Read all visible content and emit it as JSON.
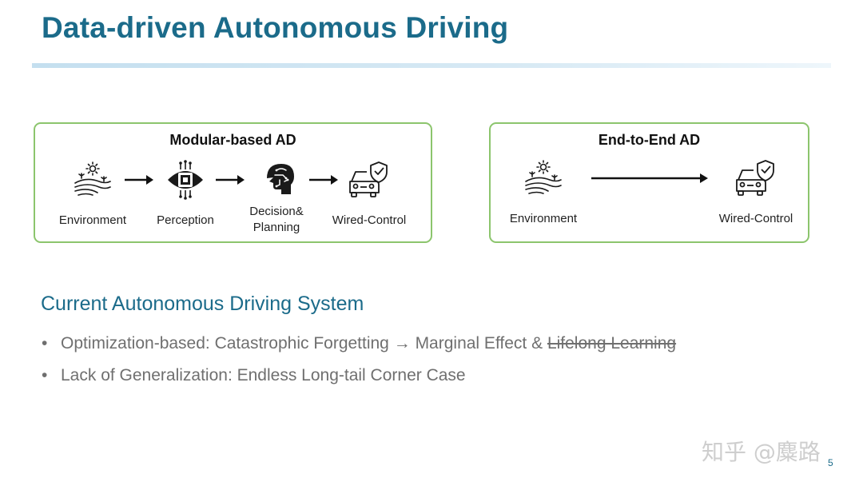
{
  "slide": {
    "title": "Data-driven Autonomous Driving",
    "page_number": "5",
    "watermark": "知乎 @麋路"
  },
  "modular_panel": {
    "title": "Modular-based AD",
    "steps": [
      {
        "label": "Environment",
        "icon": "landscape-icon"
      },
      {
        "label": "Perception",
        "icon": "chip-eye-icon"
      },
      {
        "label": "Decision&\nPlanning",
        "icon": "brain-head-icon"
      },
      {
        "label": "Wired-Control",
        "icon": "car-shield-icon"
      }
    ]
  },
  "e2e_panel": {
    "title": "End-to-End AD",
    "steps": [
      {
        "label": "Environment",
        "icon": "landscape-icon"
      },
      {
        "label": "Wired-Control",
        "icon": "car-shield-icon"
      }
    ]
  },
  "section": {
    "heading": "Current Autonomous Driving System",
    "bullets": [
      {
        "marker": "•",
        "text": "Optimization-based: Catastrophic Forgetting",
        "arrow": "→",
        "text2": "Marginal Effect &",
        "struck": "Lifelong Learning"
      },
      {
        "marker": "•",
        "text": "Lack of Generalization: Endless Long-tail Corner Case"
      }
    ]
  },
  "colors": {
    "title": "#1b6b8a",
    "panel_border": "#8cc56d",
    "bullet_text": "#6f6f6f"
  }
}
